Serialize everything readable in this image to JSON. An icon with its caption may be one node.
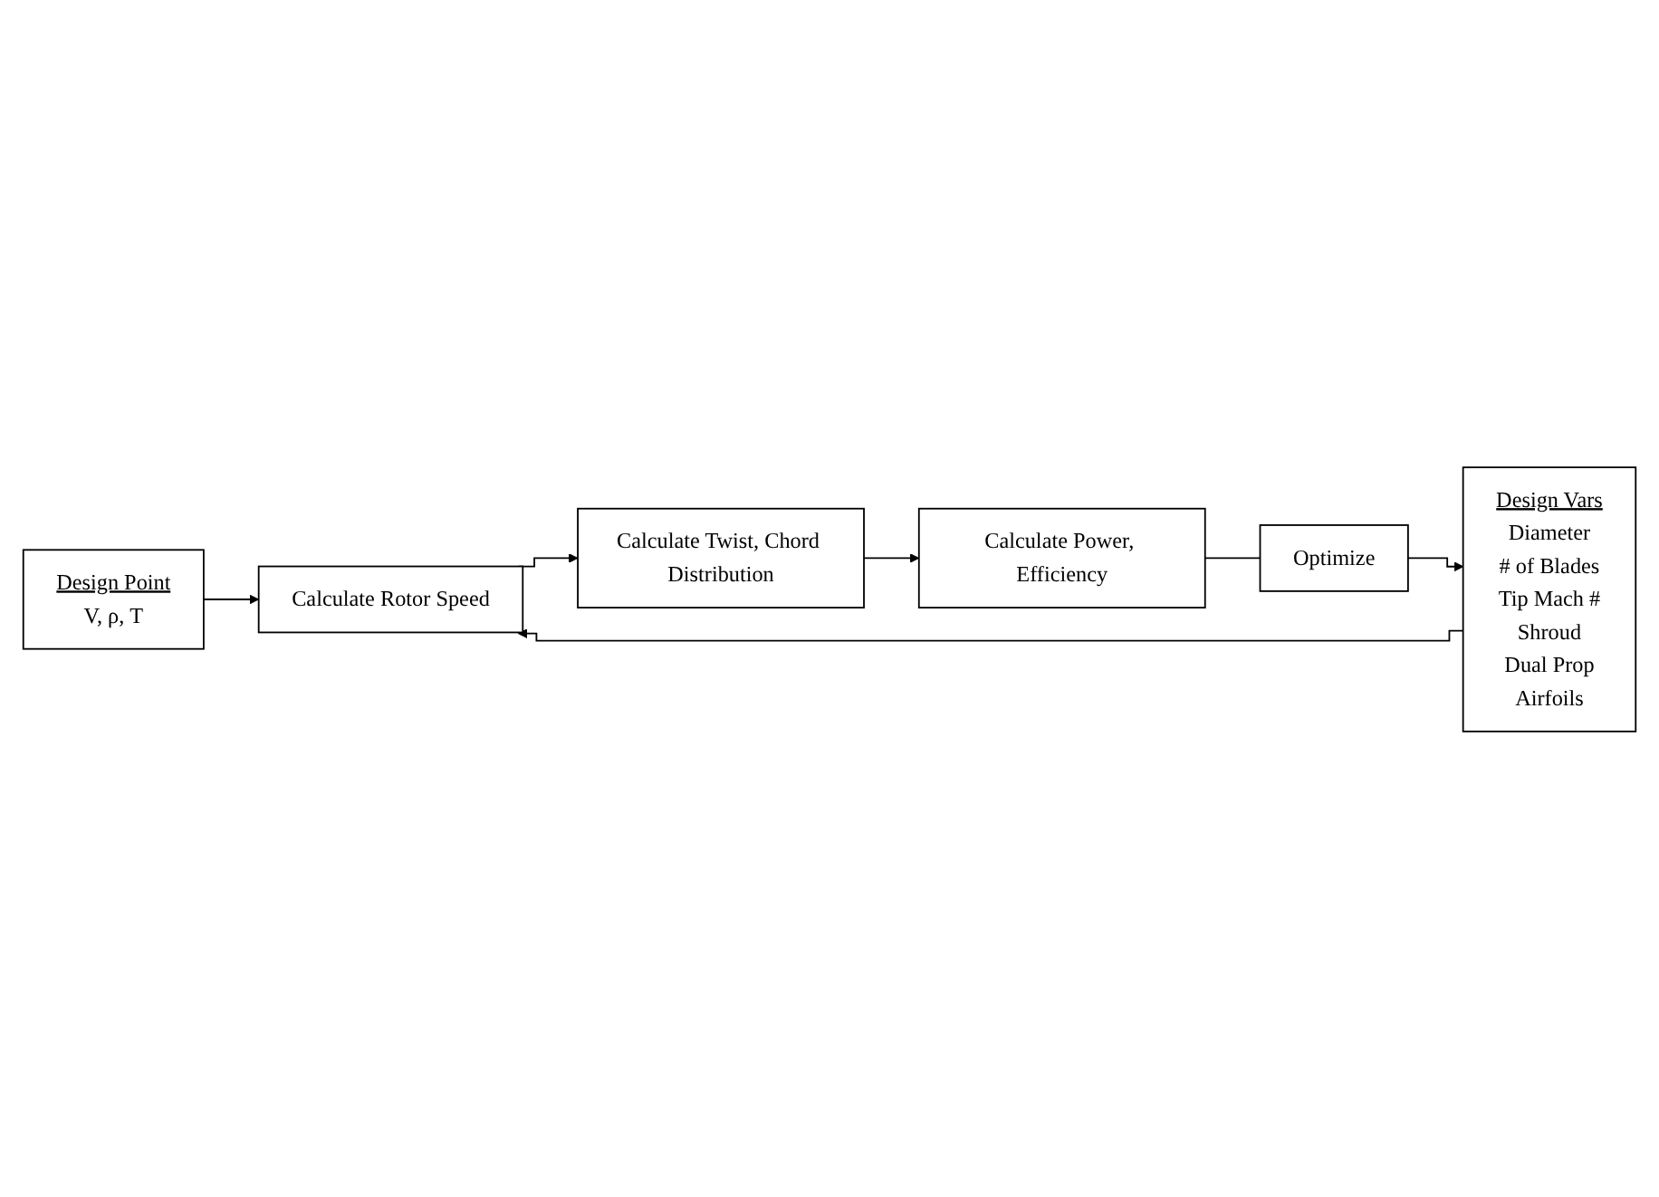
{
  "diagram": {
    "nodes": [
      {
        "text": [
          "Design Point",
          "V, ρ, T"
        ]
      },
      {
        "text": [
          "Design Vars",
          "Diameter",
          "# of Blades",
          "Tip Mach #",
          "Shroud",
          "Dual Prop",
          "Airfoils"
        ]
      },
      {
        "text": [
          "Calculate Rotor Speed"
        ]
      },
      {
        "text": [
          "Calculate Twist, Chord Distribution"
        ]
      },
      {
        "text": [
          "Calculate Power, Efficiency"
        ]
      },
      {
        "text": [
          "Optimize"
        ]
      }
    ],
    "edges": [
      {
        "from": 0,
        "to": 2,
        "arrow": "to"
      },
      {
        "from": 1,
        "to": 2,
        "arrow": "to"
      },
      {
        "from": 2,
        "to": 3,
        "arrow": "to"
      },
      {
        "from": 3,
        "to": 4,
        "arrow": "to"
      },
      {
        "from": 4,
        "to": 5,
        "arrow": "none"
      },
      {
        "from": 5,
        "to": 1,
        "arrow": "to"
      }
    ]
  }
}
